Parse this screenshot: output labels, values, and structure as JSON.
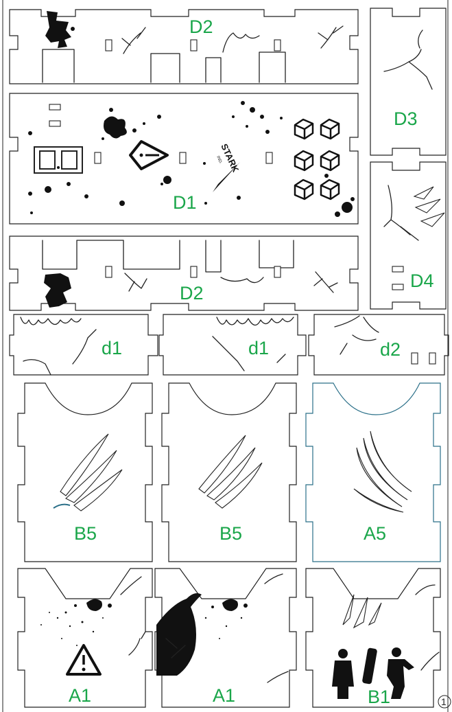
{
  "sheet": {
    "parts": [
      {
        "id": "D2_top",
        "label": "D2"
      },
      {
        "id": "D1",
        "label": "D1"
      },
      {
        "id": "D2_bottom",
        "label": "D2"
      },
      {
        "id": "D3",
        "label": "D3"
      },
      {
        "id": "D4",
        "label": "D4"
      },
      {
        "id": "d1_left",
        "label": "d1"
      },
      {
        "id": "d1_mid",
        "label": "d1"
      },
      {
        "id": "d2",
        "label": "d2"
      },
      {
        "id": "B5_left",
        "label": "B5"
      },
      {
        "id": "B5_mid",
        "label": "B5"
      },
      {
        "id": "A5",
        "label": "A5"
      },
      {
        "id": "A1_left",
        "label": "A1"
      },
      {
        "id": "A1_mid",
        "label": "A1"
      },
      {
        "id": "B1",
        "label": "B1"
      }
    ],
    "logo_text": "STARK",
    "logo_subtext": "IND.",
    "page_number": "1",
    "label_color": "#1aa64a",
    "line_color": "#222222",
    "accent_cut_color": "#2a6f88"
  }
}
